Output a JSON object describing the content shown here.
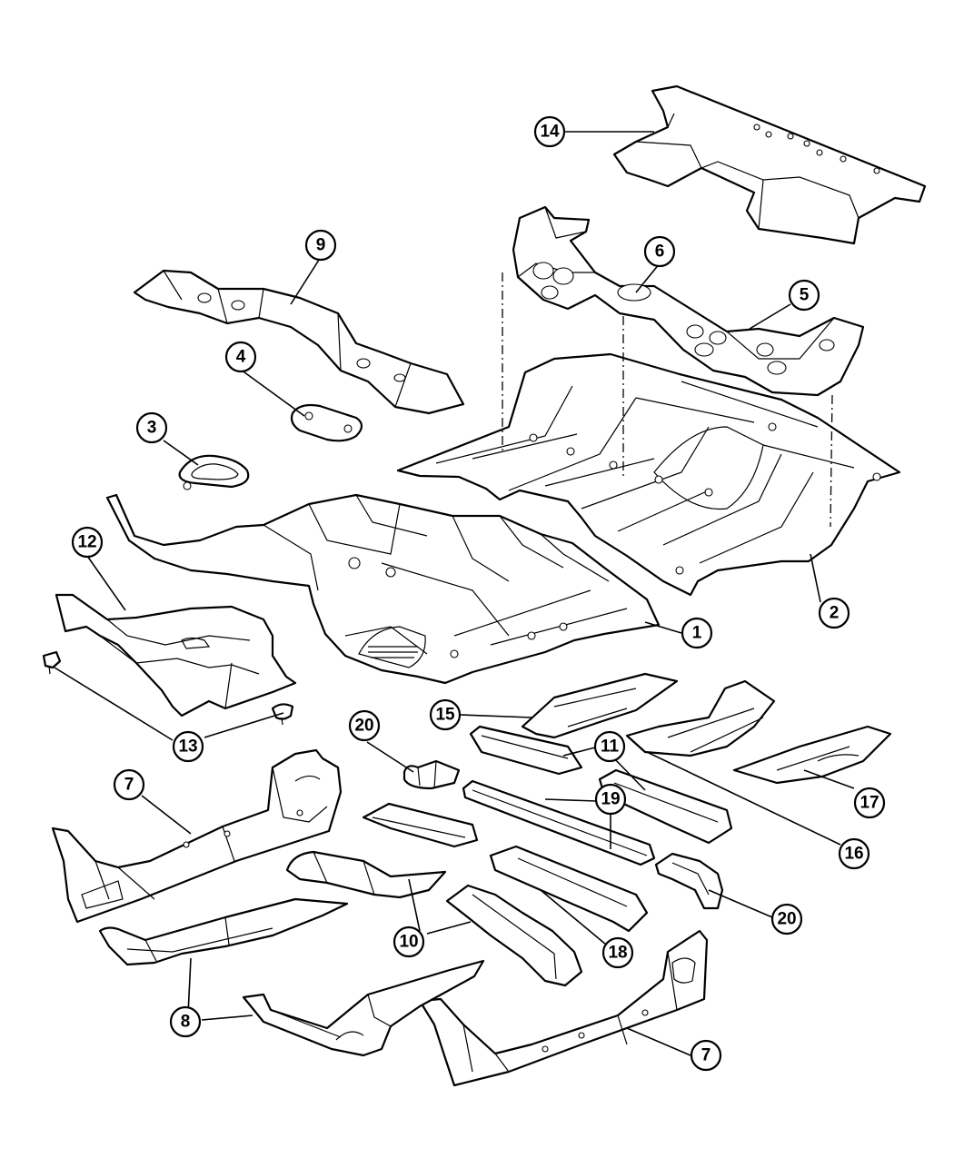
{
  "callouts": [
    {
      "id": "c14",
      "label": "14"
    },
    {
      "id": "c9",
      "label": "9"
    },
    {
      "id": "c6",
      "label": "6"
    },
    {
      "id": "c5",
      "label": "5"
    },
    {
      "id": "c4",
      "label": "4"
    },
    {
      "id": "c3",
      "label": "3"
    },
    {
      "id": "c12",
      "label": "12"
    },
    {
      "id": "c2",
      "label": "2"
    },
    {
      "id": "c1",
      "label": "1"
    },
    {
      "id": "c15",
      "label": "15"
    },
    {
      "id": "c20a",
      "label": "20"
    },
    {
      "id": "c11",
      "label": "11"
    },
    {
      "id": "c13",
      "label": "13"
    },
    {
      "id": "c7a",
      "label": "7"
    },
    {
      "id": "c19",
      "label": "19"
    },
    {
      "id": "c17",
      "label": "17"
    },
    {
      "id": "c16",
      "label": "16"
    },
    {
      "id": "c20b",
      "label": "20"
    },
    {
      "id": "c10",
      "label": "10"
    },
    {
      "id": "c18",
      "label": "18"
    },
    {
      "id": "c8",
      "label": "8"
    },
    {
      "id": "c7b",
      "label": "7"
    }
  ]
}
